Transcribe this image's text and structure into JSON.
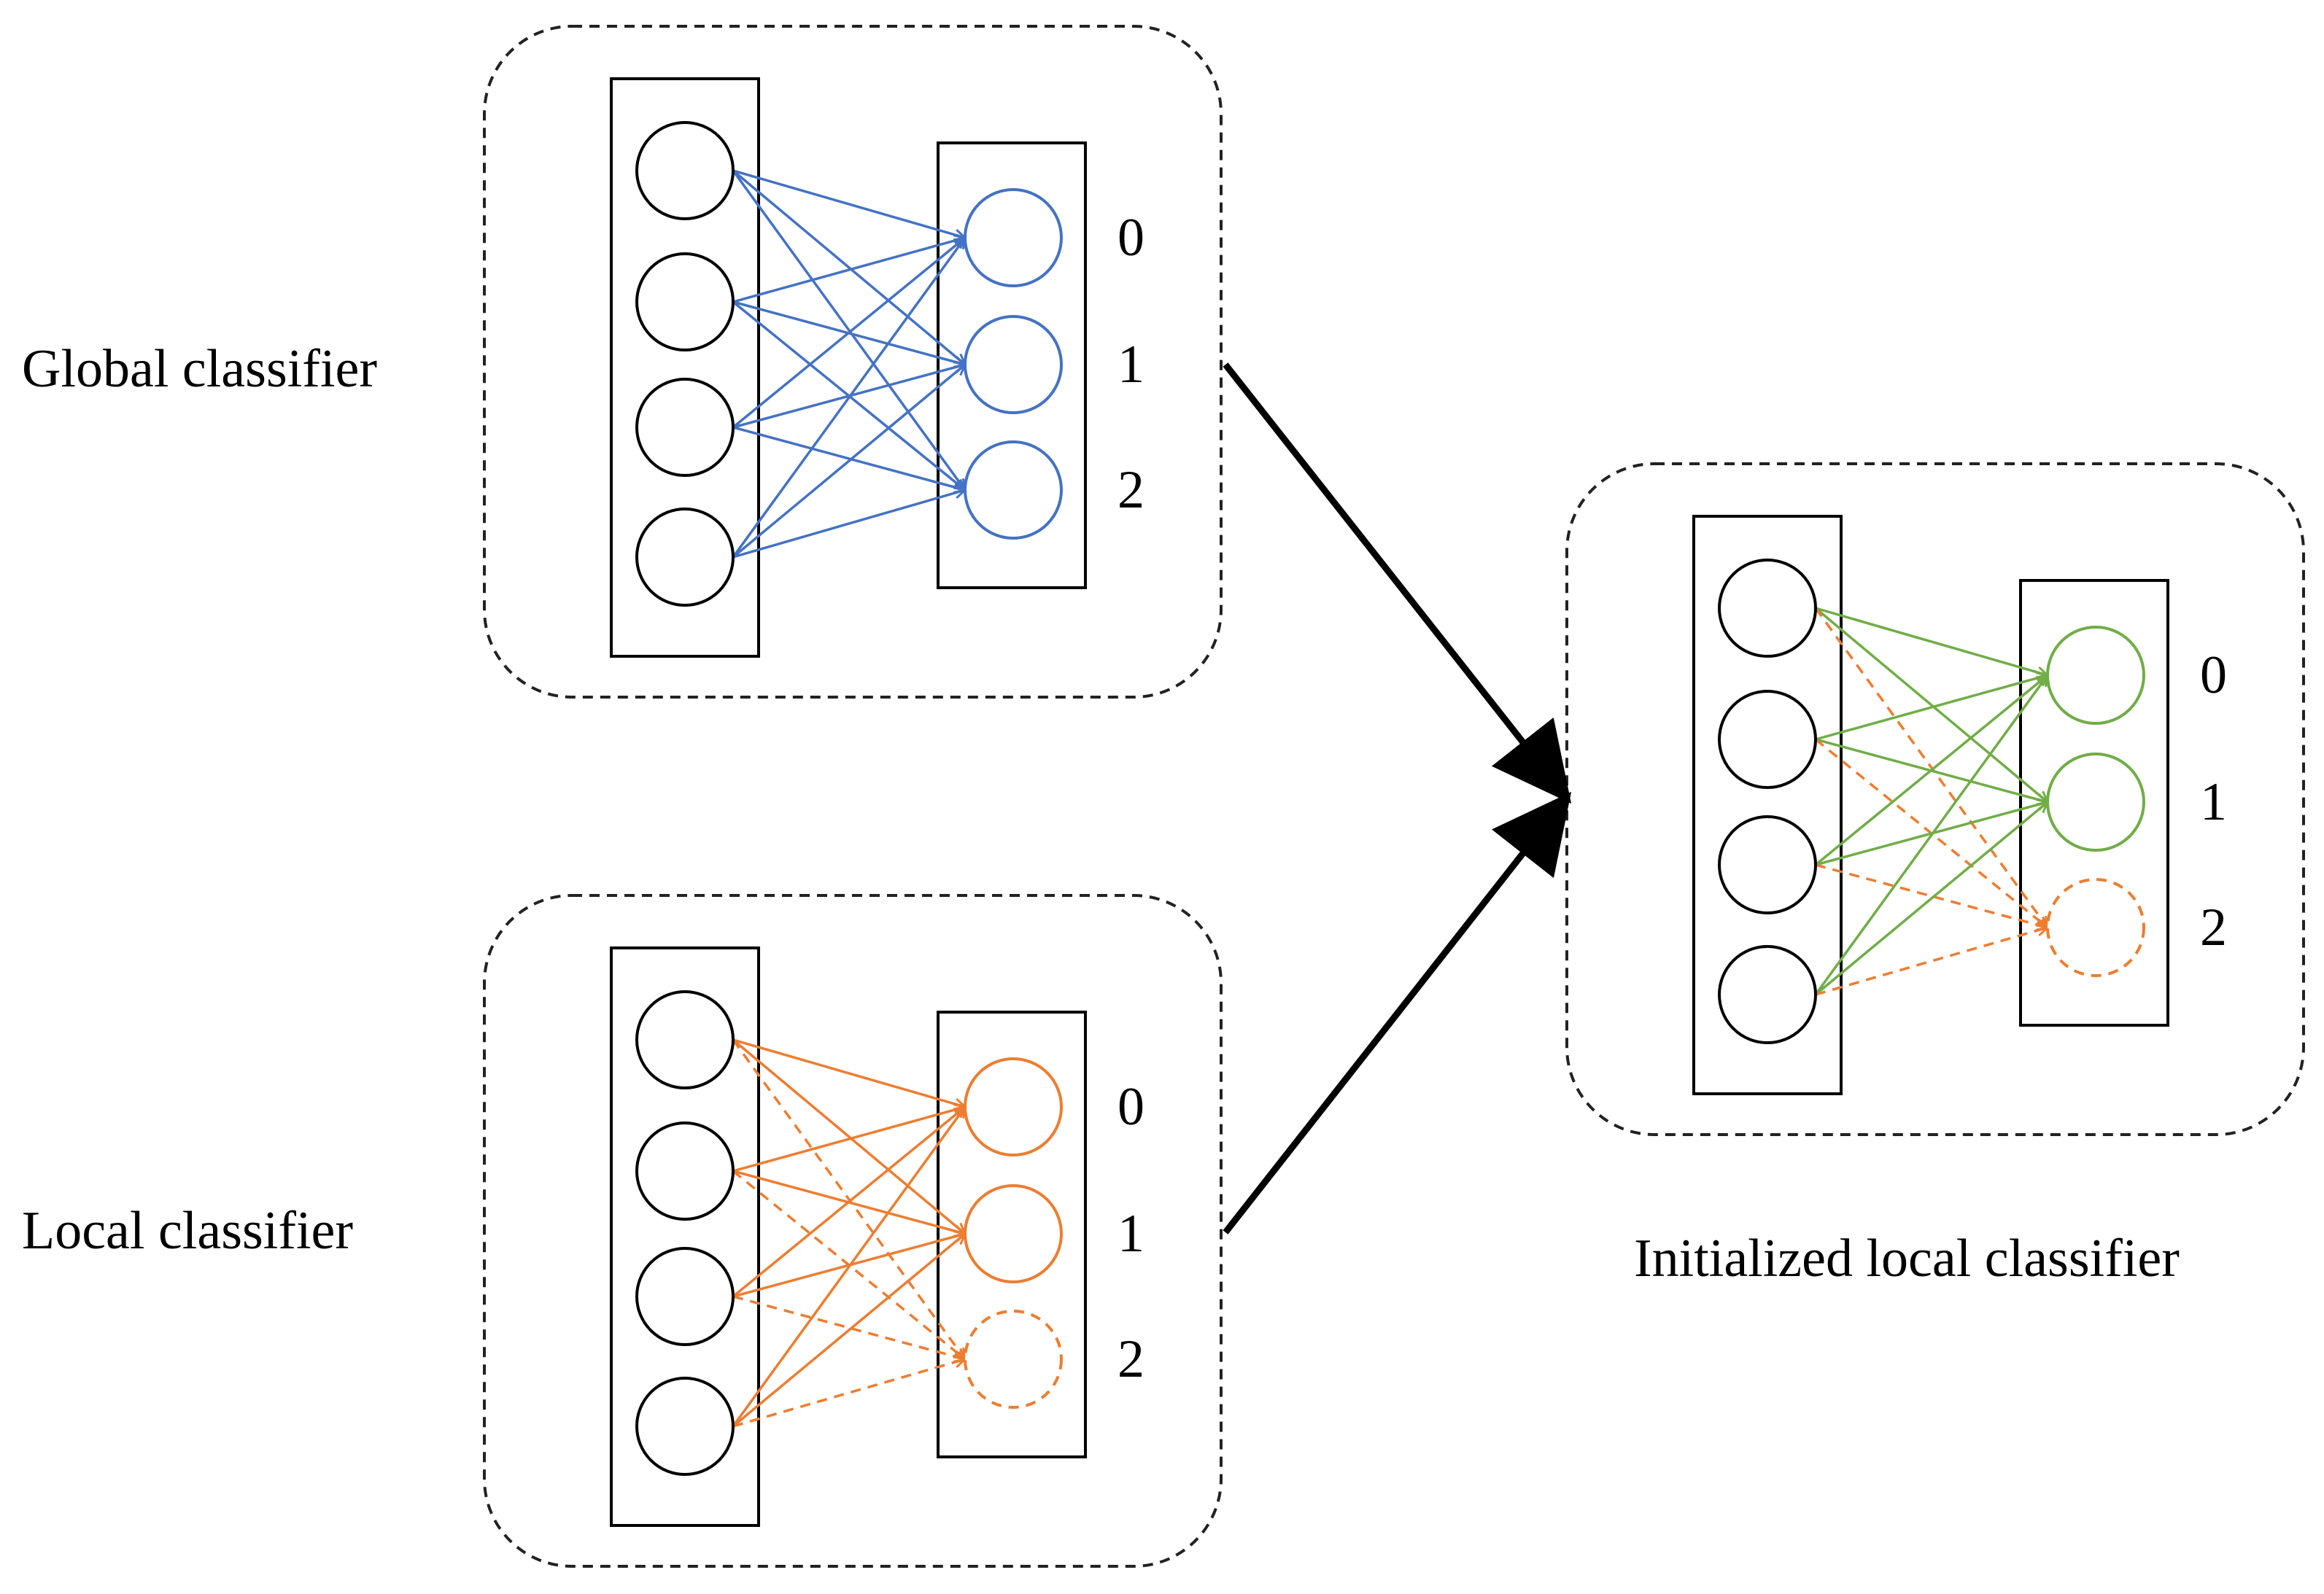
{
  "panels": {
    "global": {
      "label": "Global classifier",
      "output_labels": [
        "0",
        "1",
        "2"
      ],
      "hidden_outputs": [],
      "solid_color": "#4472C4",
      "dashed_color": "#4472C4"
    },
    "local": {
      "label": "Local classifier",
      "output_labels": [
        "0",
        "1",
        "2"
      ],
      "hidden_outputs": [
        2
      ],
      "solid_color": "#ED7D31",
      "dashed_color": "#ED7D31"
    },
    "initialized": {
      "label": "Initialized local classifier",
      "output_labels": [
        "0",
        "1",
        "2"
      ],
      "hidden_outputs": [
        2
      ],
      "solid_color": "#70AD47",
      "dashed_color": "#ED7D31"
    }
  },
  "colors": {
    "stroke": "#000000",
    "panel_border": "#222222"
  },
  "icons": {
    "merge_arrow": "arrow-icon"
  }
}
